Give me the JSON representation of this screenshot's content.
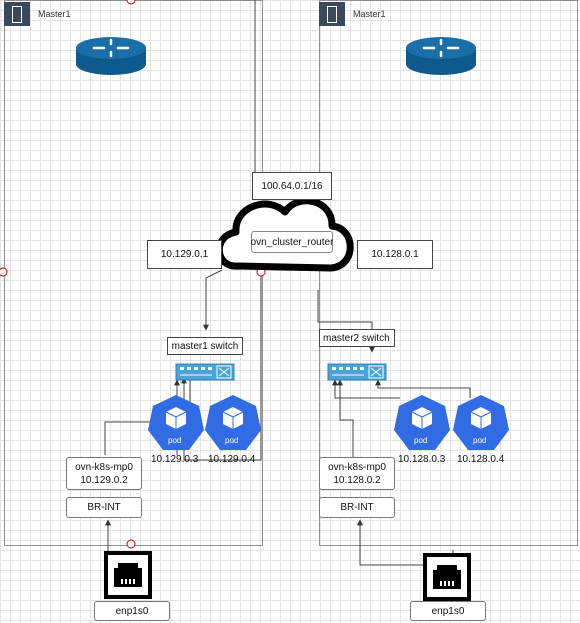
{
  "colors": {
    "router_top": "#1b6fa8",
    "router_side": "#0f5a8c",
    "pod": "#326ce5",
    "switch": "#4aa3d8",
    "link": "#444444",
    "marker": "#cc0000"
  },
  "clusters": [
    {
      "title": "Master1",
      "icon": "container-icon"
    },
    {
      "title": "Master1",
      "icon": "container-icon"
    }
  ],
  "cloud": {
    "label": "ovn_cluster_router",
    "icon": "cloud-icon"
  },
  "join_subnet": "100.64.0.1/16",
  "gateways": {
    "left": "10.129.0.1",
    "right": "10.128.0.1"
  },
  "switches": {
    "left": "master1 switch",
    "right": "master2 switch"
  },
  "pods": {
    "left": [
      {
        "label": "pod",
        "ip": "10.129.0.3"
      },
      {
        "label": "pod",
        "ip": "10.129.0.4"
      }
    ],
    "right": [
      {
        "label": "pod",
        "ip": "10.128.0.3"
      },
      {
        "label": "pod",
        "ip": "10.128.0.4"
      }
    ]
  },
  "mgmt_ports": {
    "left": {
      "name": "ovn-k8s-mp0",
      "ip": "10.129.0.2"
    },
    "right": {
      "name": "ovn-k8s-mp0",
      "ip": "10.128.0.2"
    }
  },
  "bridges": {
    "left": "BR-INT",
    "right": "BR-INT"
  },
  "nics": {
    "left": "enp1s0",
    "right": "enp1s0"
  }
}
